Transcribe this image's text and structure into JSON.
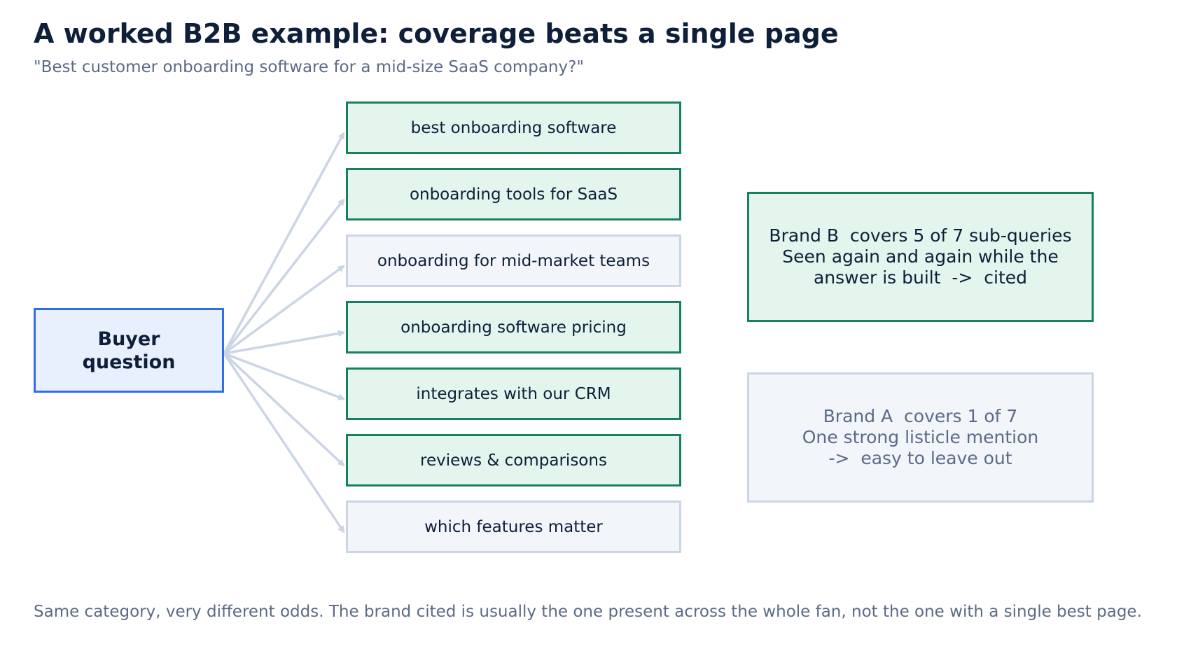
{
  "title": "A worked B2B example: coverage beats a single page",
  "subtitle": "\"Best customer onboarding software for a mid-size SaaS company?\"",
  "buyer": {
    "line1": "Buyer",
    "line2": "question"
  },
  "sub_queries": [
    {
      "label": "best onboarding software",
      "covered": true
    },
    {
      "label": "onboarding tools for SaaS",
      "covered": true
    },
    {
      "label": "onboarding for mid-market teams",
      "covered": false
    },
    {
      "label": "onboarding software pricing",
      "covered": true
    },
    {
      "label": "integrates with our CRM",
      "covered": true
    },
    {
      "label": "reviews & comparisons",
      "covered": true
    },
    {
      "label": "which features matter",
      "covered": false
    }
  ],
  "brand_b": {
    "line1": "Brand B  covers 5 of 7 sub-queries",
    "line2": "Seen again and again while the",
    "line3": "answer is built  ->  cited"
  },
  "brand_a": {
    "line1": "Brand A  covers 1 of 7",
    "line2": "One strong listicle mention",
    "line3": "->  easy to leave out"
  },
  "footer": "Same category, very different odds. The brand cited is usually the one present across the whole fan, not the one with a single best page.",
  "colors": {
    "title": "#0f1f3a",
    "muted": "#5c6b85",
    "buyer_border": "#2f6ee8",
    "buyer_fill": "#e8f0fd",
    "covered_border": "#17815c",
    "covered_fill": "#e3f5ec",
    "uncovered_border": "#cbd5e4",
    "uncovered_fill": "#f2f5fa",
    "arrow": "#cbd5e4"
  }
}
